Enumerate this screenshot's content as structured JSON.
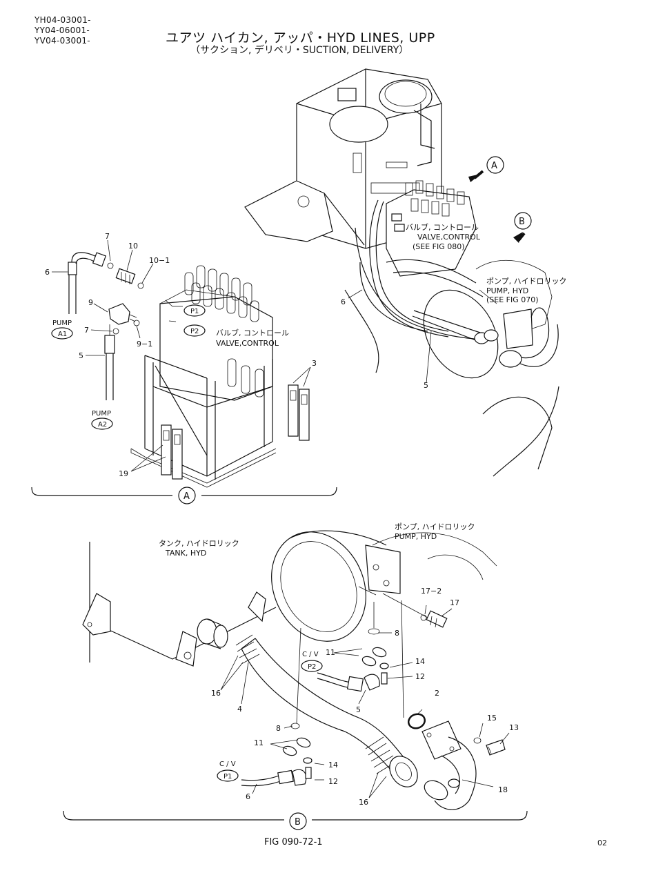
{
  "header": {
    "serials": [
      "YH04-03001-",
      "YY04-06001-",
      "YV04-03001-"
    ],
    "title": "ユアツ ハイカン, アッパ・HYD LINES, UPP",
    "subtitle": "（サクション, デリベリ・SUCTION, DELIVERY）"
  },
  "callouts": {
    "A": "A",
    "B": "B"
  },
  "components": {
    "valve_ja": "バルブ, コントロール",
    "valve_en": "VALVE,CONTROL",
    "valve_ref": "(SEE FIG 080)",
    "pump_ja": "ポンプ, ハイドロリック",
    "pump_en": "PUMP, HYD",
    "pump_ref": "(SEE FIG 070)",
    "tank_ja": "タンク, ハイドロリック",
    "tank_en": "TANK, HYD"
  },
  "ports": {
    "pump": "PUMP",
    "a1": "A1",
    "a2": "A2",
    "p1": "P1",
    "p2": "P2",
    "cv": "C / V"
  },
  "part_numbers": {
    "n2": "2",
    "n3": "3",
    "n4": "4",
    "n5": "5",
    "n6": "6",
    "n7": "7",
    "n8": "8",
    "n9": "9",
    "n9_1": "9−1",
    "n10": "10",
    "n10_1": "10−1",
    "n11": "11",
    "n12": "12",
    "n13": "13",
    "n14": "14",
    "n15": "15",
    "n16": "16",
    "n17": "17",
    "n17_2": "17−2",
    "n18": "18",
    "n19": "19"
  },
  "footer": {
    "figure": "FIG 090-72-1",
    "page": "02"
  }
}
